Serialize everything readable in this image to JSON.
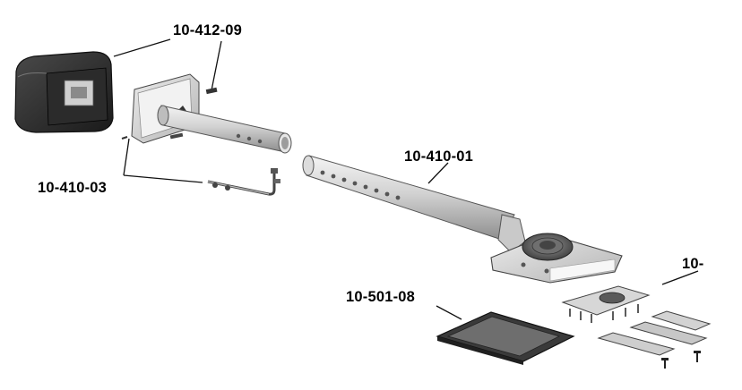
{
  "labels": {
    "bracket_screw": "10-412-09",
    "mount_bracket": "10-410-03",
    "handle_tube": "10-410-01",
    "filter_pad": "10-501-08",
    "base_plate_partial": "10-"
  }
}
